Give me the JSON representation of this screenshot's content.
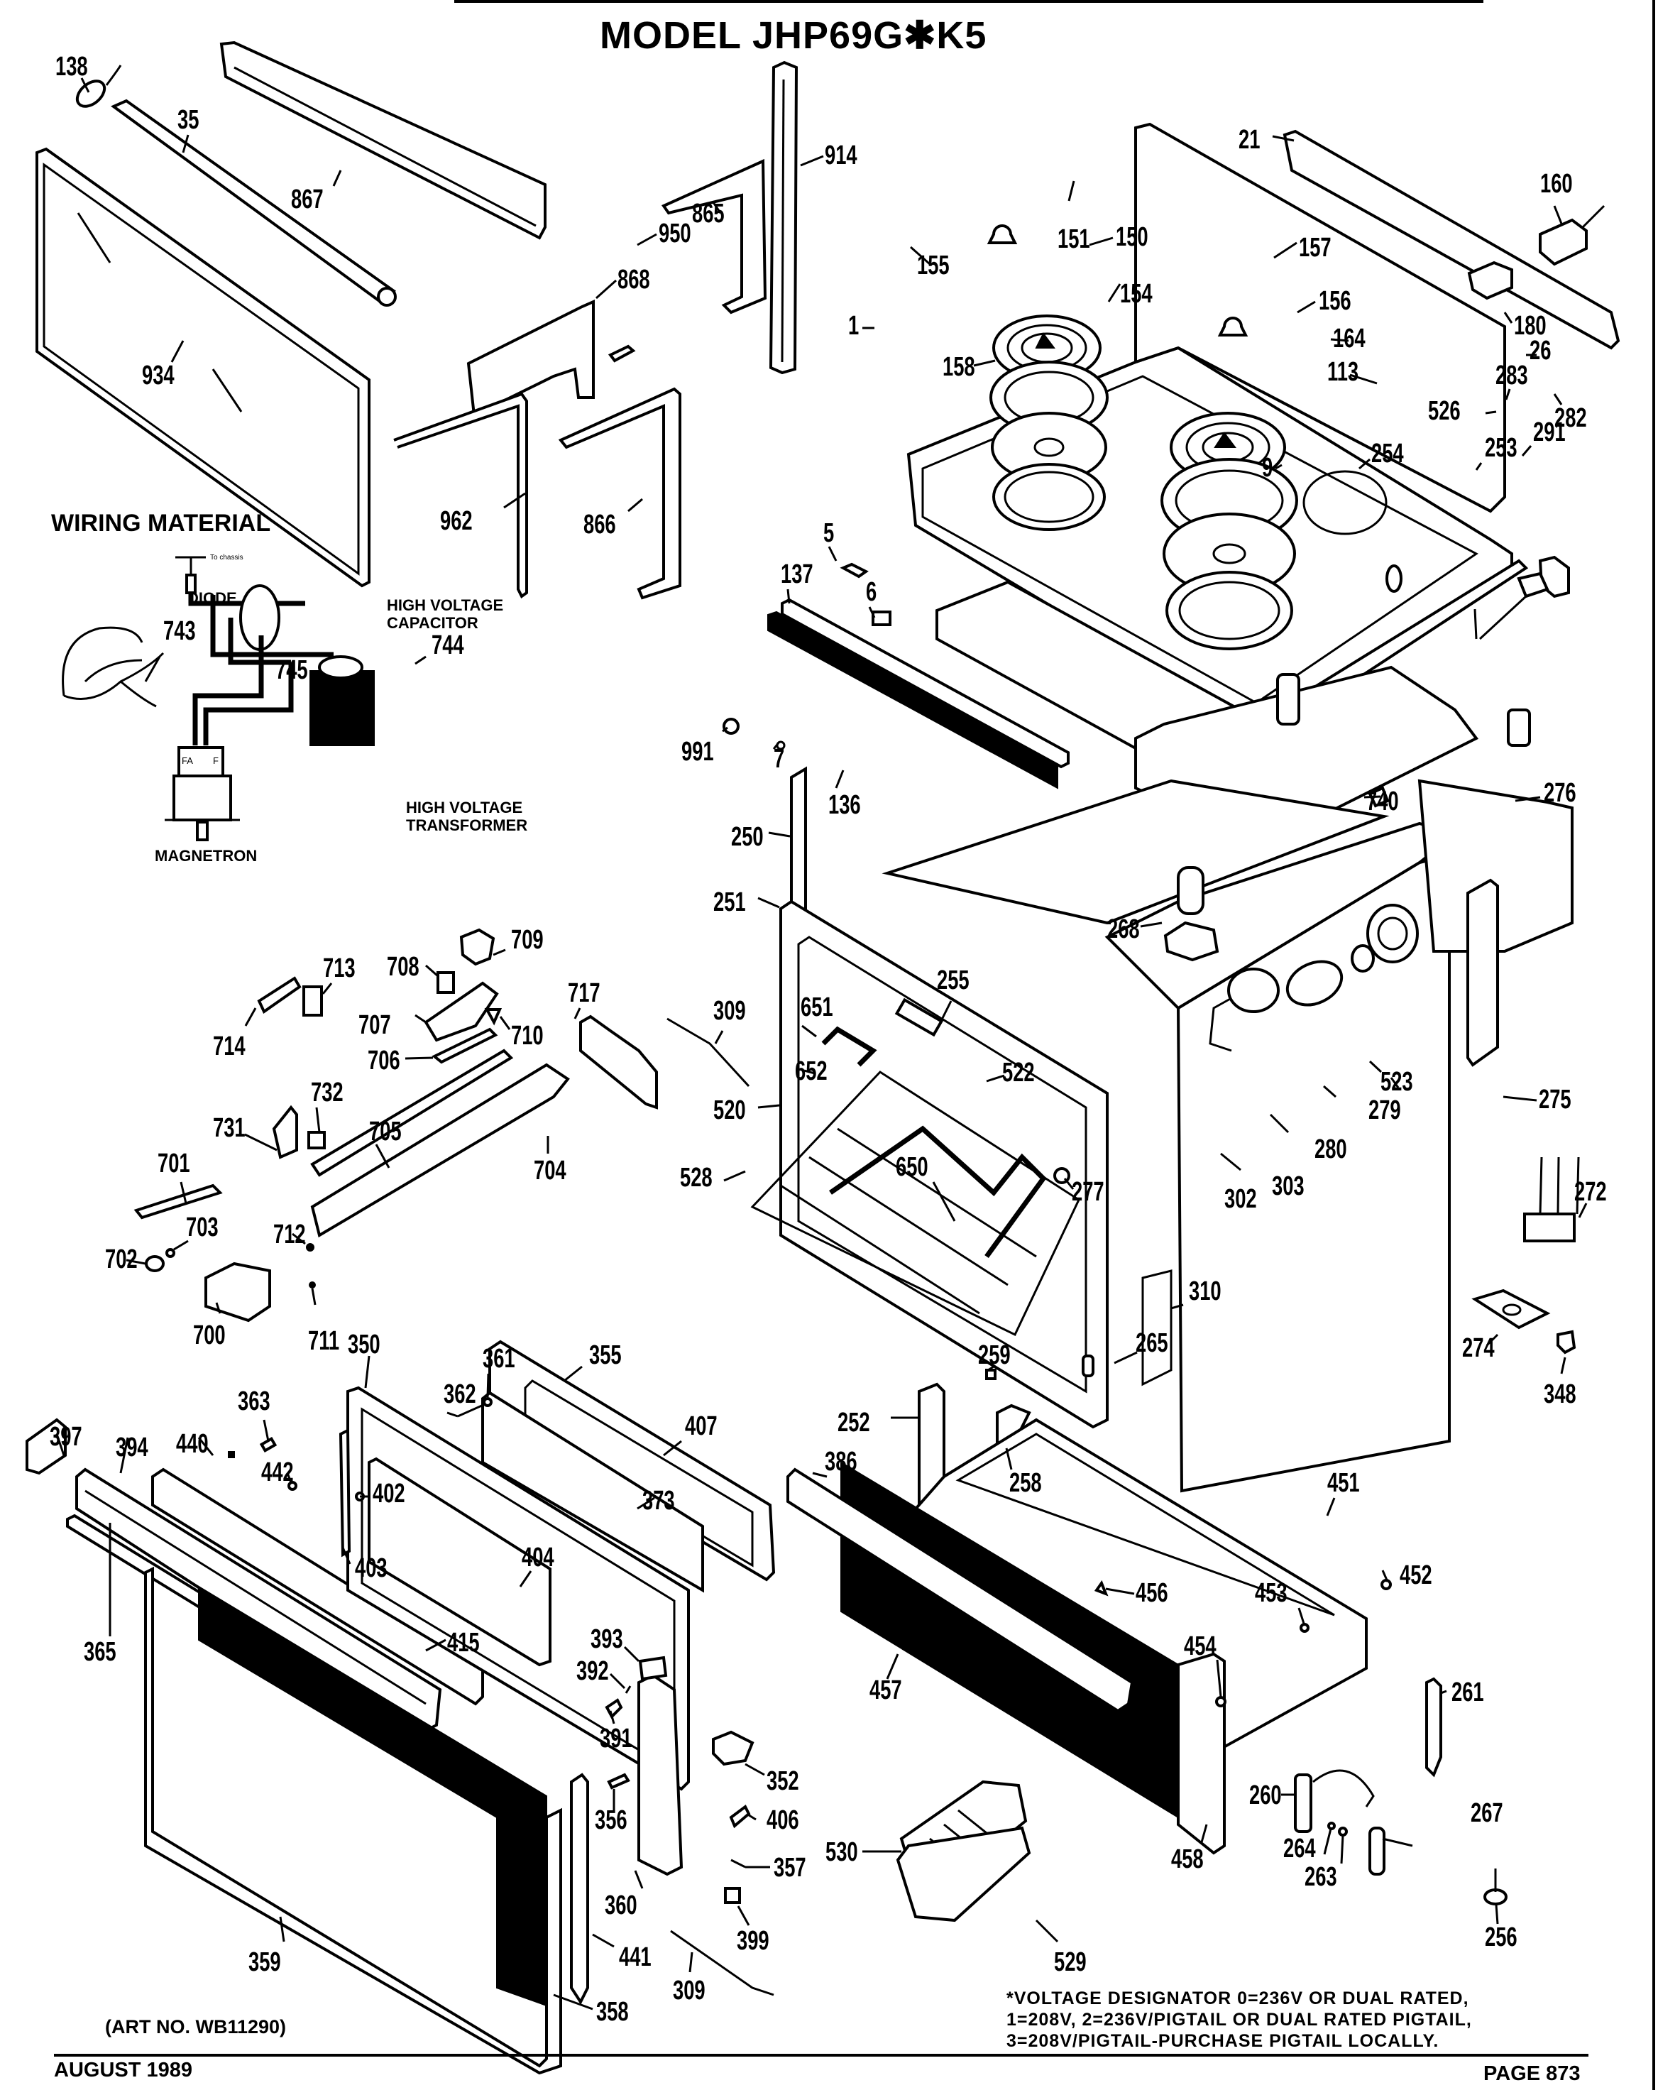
{
  "header": {
    "title": "MODEL JHP69G✱K5"
  },
  "wiring": {
    "title": "WIRING MATERIAL",
    "to_chassis": "To chassis",
    "diode": "DIODE",
    "capacitor": [
      "HIGH VOLTAGE",
      "CAPACITOR"
    ],
    "transformer": [
      "HIGH VOLTAGE",
      "TRANSFORMER"
    ],
    "magnetron": "MAGNETRON",
    "magnetron_terminals": [
      "FA",
      "F"
    ]
  },
  "callouts": [
    "138",
    "35",
    "867",
    "934",
    "868",
    "950",
    "865",
    "914",
    "962",
    "866",
    "21",
    "160",
    "151",
    "150",
    "155",
    "157",
    "154",
    "156",
    "180",
    "1",
    "164",
    "158",
    "26",
    "113",
    "283",
    "282",
    "526",
    "254",
    "253",
    "291",
    "9",
    "5",
    "137",
    "6",
    "991",
    "7",
    "136",
    "250",
    "276",
    "740",
    "251",
    "268",
    "255",
    "651",
    "652",
    "522",
    "520",
    "528",
    "650",
    "277",
    "309",
    "717",
    "523",
    "279",
    "280",
    "303",
    "302",
    "275",
    "272",
    "310",
    "274",
    "348",
    "265",
    "743",
    "744",
    "745",
    "709",
    "708",
    "713",
    "710",
    "707",
    "714",
    "706",
    "732",
    "731",
    "705",
    "704",
    "701",
    "703",
    "712",
    "702",
    "700",
    "711",
    "350",
    "361",
    "355",
    "362",
    "407",
    "363",
    "397",
    "440",
    "394",
    "442",
    "402",
    "373",
    "403",
    "404",
    "415",
    "365",
    "393",
    "392",
    "391",
    "356",
    "360",
    "441",
    "359",
    "358",
    "259",
    "252",
    "258",
    "386",
    "451",
    "456",
    "452",
    "453",
    "454",
    "457",
    "261",
    "260",
    "267",
    "264",
    "263",
    "256",
    "458",
    "530",
    "529",
    "352",
    "406",
    "357",
    "399",
    "309b"
  ],
  "callout_text": {
    "309b": "309"
  },
  "footer": {
    "art_number": "(ART NO. WB11290)",
    "date": "AUGUST 1989",
    "page": "PAGE 873",
    "voltage_note": [
      "*VOLTAGE DESIGNATOR 0=236V OR DUAL RATED,",
      "1=208V, 2=236V/PIGTAIL OR DUAL RATED PIGTAIL,",
      "3=208V/PIGTAIL-PURCHASE PIGTAIL LOCALLY."
    ]
  }
}
